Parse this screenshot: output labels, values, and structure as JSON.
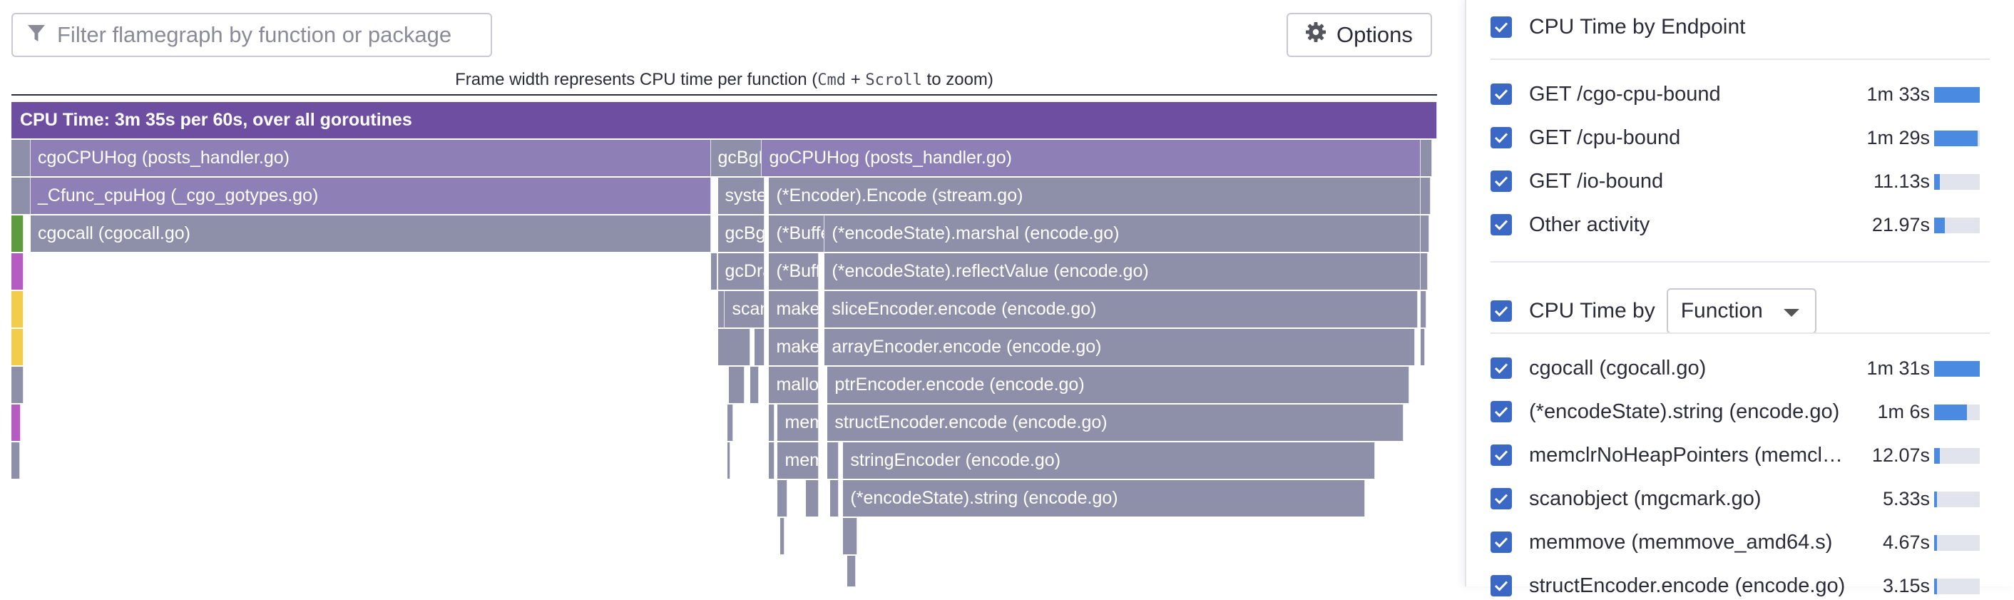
{
  "filter": {
    "placeholder": "Filter flamegraph by function or package",
    "icon": "filter-icon"
  },
  "options_button": {
    "label": "Options",
    "icon": "gear-icon"
  },
  "hint": {
    "before": "Frame width represents CPU time per function (",
    "key1": "Cmd",
    "plus": " + ",
    "key2": "Scroll",
    "after": " to zoom)"
  },
  "colors": {
    "root": "#6e4ea0",
    "posts_handler": "#8e7fb6",
    "gray": "#8d90a8",
    "green": "#5e9a3e",
    "magenta": "#b65bc1",
    "yellow": "#f2cd4b",
    "accent": "#3a68c4",
    "bar_fill": "#4a8ae0"
  },
  "flamegraph": {
    "root": "CPU Time: 3m 35s per 60s, over all goroutines",
    "frames": [
      {
        "label": "cgoCPUHog (posts_handler.go)",
        "depth": 1,
        "start": 0.0135,
        "end": 0.4905,
        "color": "posts_handler"
      },
      {
        "label": "gcBgMar…",
        "depth": 1,
        "start": 0.4905,
        "end": 0.5265,
        "color": "gray"
      },
      {
        "label": "goCPUHog (posts_handler.go)",
        "depth": 1,
        "start": 0.5265,
        "end": 0.9885,
        "color": "posts_handler"
      },
      {
        "label": "_Cfunc_cpuHog (_cgo_gotypes.go)",
        "depth": 2,
        "start": 0.0135,
        "end": 0.4905,
        "color": "posts_handler"
      },
      {
        "label": "system…",
        "depth": 2,
        "start": 0.4955,
        "end": 0.5285,
        "color": "gray"
      },
      {
        "label": "(*Encoder).Encode (stream.go)",
        "depth": 2,
        "start": 0.5315,
        "end": 0.9885,
        "color": "gray"
      },
      {
        "label": "cgocall (cgocall.go)",
        "depth": 3,
        "start": 0.0135,
        "end": 0.4905,
        "color": "gray"
      },
      {
        "label": "gcBgMa…",
        "depth": 3,
        "start": 0.4955,
        "end": 0.5285,
        "color": "gray"
      },
      {
        "label": "(*Buffer)…",
        "depth": 3,
        "start": 0.5315,
        "end": 0.5705,
        "color": "gray"
      },
      {
        "label": "(*encodeState).marshal (encode.go)",
        "depth": 3,
        "start": 0.5705,
        "end": 0.9885,
        "color": "gray"
      },
      {
        "label": "gcDrai…",
        "depth": 4,
        "start": 0.4955,
        "end": 0.5285,
        "color": "gray"
      },
      {
        "label": "(*Buffe…",
        "depth": 4,
        "start": 0.5315,
        "end": 0.5665,
        "color": "gray"
      },
      {
        "label": "(*encodeState).reflectValue (encode.go)",
        "depth": 4,
        "start": 0.5705,
        "end": 0.9885,
        "color": "gray"
      },
      {
        "label": "scano…",
        "depth": 5,
        "start": 0.5005,
        "end": 0.5285,
        "color": "gray"
      },
      {
        "label": "makeSli…",
        "depth": 5,
        "start": 0.5315,
        "end": 0.5665,
        "color": "gray"
      },
      {
        "label": "sliceEncoder.encode (encode.go)",
        "depth": 5,
        "start": 0.5705,
        "end": 0.9865,
        "color": "gray"
      },
      {
        "label": "makesli…",
        "depth": 6,
        "start": 0.5315,
        "end": 0.5665,
        "color": "gray"
      },
      {
        "label": "arrayEncoder.encode (encode.go)",
        "depth": 6,
        "start": 0.5705,
        "end": 0.9845,
        "color": "gray"
      },
      {
        "label": "malloc…",
        "depth": 7,
        "start": 0.5315,
        "end": 0.5665,
        "color": "gray"
      },
      {
        "label": "ptrEncoder.encode (encode.go)",
        "depth": 7,
        "start": 0.5725,
        "end": 0.9805,
        "color": "gray"
      },
      {
        "label": "memc…",
        "depth": 8,
        "start": 0.5375,
        "end": 0.5665,
        "color": "gray"
      },
      {
        "label": "structEncoder.encode (encode.go)",
        "depth": 8,
        "start": 0.5725,
        "end": 0.9765,
        "color": "gray"
      },
      {
        "label": "memc…",
        "depth": 9,
        "start": 0.5375,
        "end": 0.5665,
        "color": "gray"
      },
      {
        "label": "stringEncoder (encode.go)",
        "depth": 9,
        "start": 0.5835,
        "end": 0.9565,
        "color": "gray"
      },
      {
        "label": "(*encodeState).string (encode.go)",
        "depth": 10,
        "start": 0.5835,
        "end": 0.9495,
        "color": "gray"
      }
    ],
    "slivers": [
      {
        "depth": 1,
        "start": 0.0,
        "end": 0.0135,
        "color": "gray"
      },
      {
        "depth": 2,
        "start": 0.0,
        "end": 0.0135,
        "color": "gray"
      },
      {
        "depth": 3,
        "start": 0.0,
        "end": 0.0085,
        "color": "green"
      },
      {
        "depth": 4,
        "start": 0.0,
        "end": 0.0085,
        "color": "magenta"
      },
      {
        "depth": 5,
        "start": 0.0,
        "end": 0.0085,
        "color": "yellow"
      },
      {
        "depth": 6,
        "start": 0.0,
        "end": 0.0085,
        "color": "yellow"
      },
      {
        "depth": 7,
        "start": 0.0,
        "end": 0.0085,
        "color": "gray"
      },
      {
        "depth": 8,
        "start": 0.0,
        "end": 0.0065,
        "color": "magenta"
      },
      {
        "depth": 9,
        "start": 0.0,
        "end": 0.006,
        "color": "gray"
      },
      {
        "depth": 4,
        "start": 0.4905,
        "end": 0.4955,
        "color": "gray"
      },
      {
        "depth": 5,
        "start": 0.4955,
        "end": 0.5005,
        "color": "gray"
      },
      {
        "depth": 6,
        "start": 0.4955,
        "end": 0.5185,
        "color": "gray"
      },
      {
        "depth": 6,
        "start": 0.5215,
        "end": 0.5285,
        "color": "gray"
      },
      {
        "depth": 7,
        "start": 0.5035,
        "end": 0.5145,
        "color": "gray"
      },
      {
        "depth": 7,
        "start": 0.5185,
        "end": 0.5245,
        "color": "gray"
      },
      {
        "depth": 8,
        "start": 0.5025,
        "end": 0.5065,
        "color": "gray"
      },
      {
        "depth": 9,
        "start": 0.5025,
        "end": 0.5045,
        "color": "gray"
      },
      {
        "depth": 8,
        "start": 0.5315,
        "end": 0.5355,
        "color": "gray"
      },
      {
        "depth": 9,
        "start": 0.5315,
        "end": 0.5355,
        "color": "gray"
      },
      {
        "depth": 10,
        "start": 0.5375,
        "end": 0.5445,
        "color": "gray"
      },
      {
        "depth": 10,
        "start": 0.5575,
        "end": 0.5665,
        "color": "gray"
      },
      {
        "depth": 11,
        "start": 0.5395,
        "end": 0.5425,
        "color": "gray"
      },
      {
        "depth": 9,
        "start": 0.5725,
        "end": 0.5805,
        "color": "gray"
      },
      {
        "depth": 10,
        "start": 0.5745,
        "end": 0.5805,
        "color": "gray"
      },
      {
        "depth": 11,
        "start": 0.5835,
        "end": 0.5935,
        "color": "gray"
      },
      {
        "depth": 12,
        "start": 0.5865,
        "end": 0.5925,
        "color": "gray"
      },
      {
        "depth": 1,
        "start": 0.9885,
        "end": 0.9965,
        "color": "gray"
      },
      {
        "depth": 2,
        "start": 0.9885,
        "end": 0.9955,
        "color": "gray"
      },
      {
        "depth": 3,
        "start": 0.9885,
        "end": 0.9945,
        "color": "gray"
      },
      {
        "depth": 4,
        "start": 0.9885,
        "end": 0.9935,
        "color": "gray"
      },
      {
        "depth": 5,
        "start": 0.9885,
        "end": 0.9925,
        "color": "gray"
      },
      {
        "depth": 6,
        "start": 0.9885,
        "end": 0.9915,
        "color": "gray"
      }
    ]
  },
  "sidebar": {
    "endpoint_section": {
      "title": "CPU Time by Endpoint",
      "items": [
        {
          "label": "GET /cgo-cpu-bound",
          "value": "1m 33s",
          "fraction": 1.0
        },
        {
          "label": "GET /cpu-bound",
          "value": "1m 29s",
          "fraction": 0.96
        },
        {
          "label": "GET /io-bound",
          "value": "11.13s",
          "fraction": 0.12
        },
        {
          "label": "Other activity",
          "value": "21.97s",
          "fraction": 0.24
        }
      ]
    },
    "function_section": {
      "title": "CPU Time by",
      "select_value": "Function",
      "items": [
        {
          "label": "cgocall (cgocall.go)",
          "value": "1m 31s",
          "fraction": 1.0
        },
        {
          "label": "(*encodeState).string (encode.go)",
          "value": "1m 6s",
          "fraction": 0.72
        },
        {
          "label": "memclrNoHeapPointers (memcl…",
          "value": "12.07s",
          "fraction": 0.13
        },
        {
          "label": "scanobject (mgcmark.go)",
          "value": "5.33s",
          "fraction": 0.06
        },
        {
          "label": "memmove (memmove_amd64.s)",
          "value": "4.67s",
          "fraction": 0.05
        },
        {
          "label": "structEncoder.encode (encode.go)",
          "value": "3.15s",
          "fraction": 0.03
        }
      ]
    }
  }
}
